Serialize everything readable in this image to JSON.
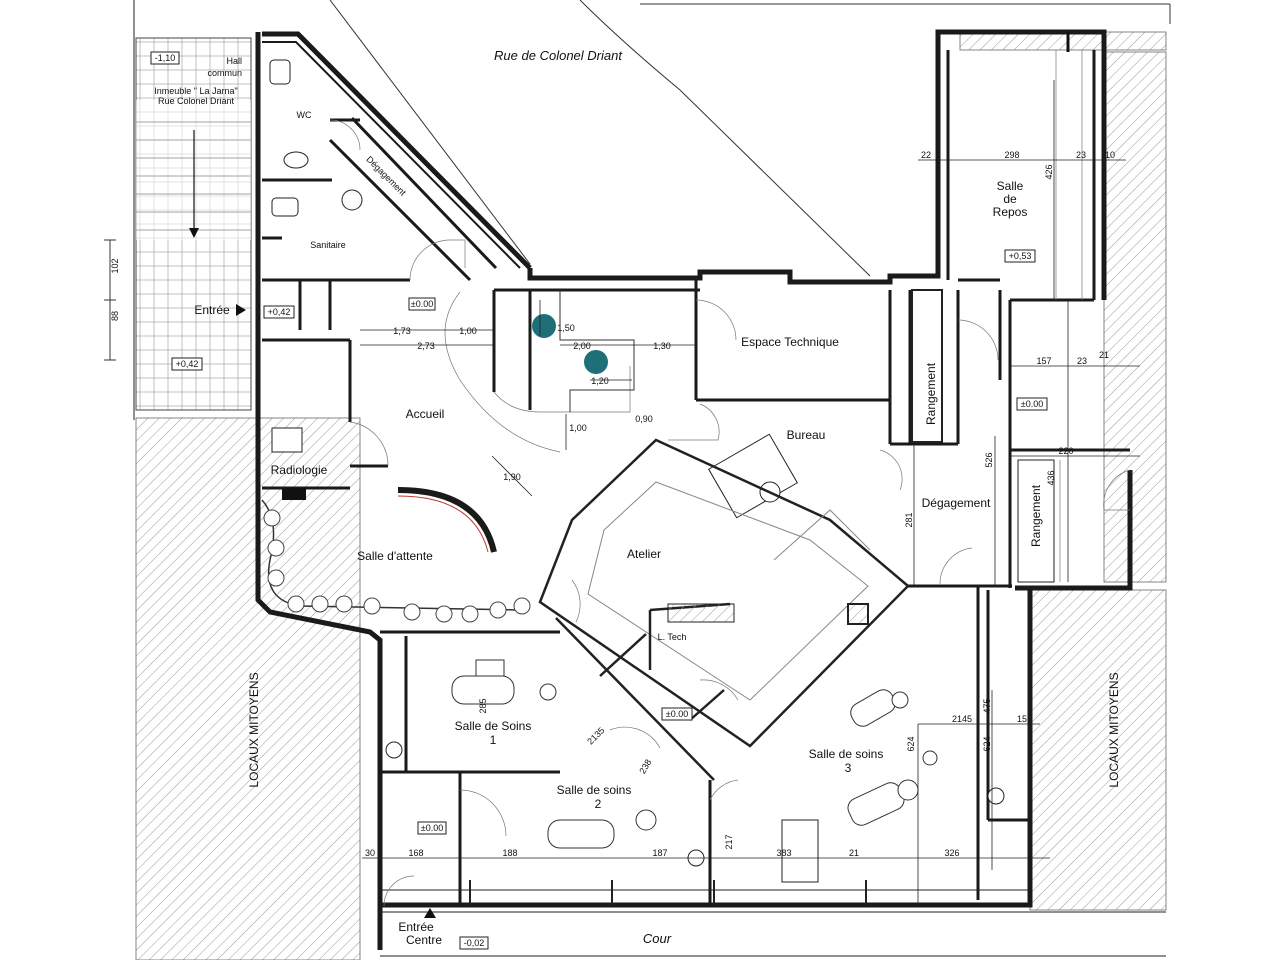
{
  "streets": {
    "north": "Rue de Colonel Driant",
    "south": "Cour"
  },
  "side_labels": {
    "left": "LOCAUX MITOYENS",
    "right": "LOCAUX MITOYENS"
  },
  "hall": {
    "level": "-1,10",
    "line1": "Hall",
    "line2": "commun",
    "line3": "Inmeuble \" La Jarna\"",
    "line4": "Rue Colonel Driant"
  },
  "entrances": {
    "main": "Entrée",
    "main_level": "+0,42",
    "outside_level": "+0,42",
    "centre_line1": "Entrée",
    "centre_line2": "Centre",
    "centre_level": "-0,02"
  },
  "rooms": {
    "wc": "WC",
    "degagement_top": "Dégagement",
    "sanitaire": "Sanitaire",
    "sanitaire_level": "±0.00",
    "accueil": "Accueil",
    "radiologie": "Radiologie",
    "salle_attente": "Salle d'attente",
    "espace_technique": "Espace Technique",
    "bureau": "Bureau",
    "atelier": "Atelier",
    "l_tech": "L. Tech",
    "atelier_level": "±0.00",
    "salle_repos_1": "Salle",
    "salle_repos_2": "de",
    "salle_repos_3": "Repos",
    "repos_level": "+0,53",
    "rangement_a": "Rangement",
    "rangement_b": "Rangement",
    "rangement_level": "±0.00",
    "degagement_right": "Dégagement",
    "soins1_a": "Salle de Soins",
    "soins1_b": "1",
    "soins2_a": "Salle de soins",
    "soins2_b": "2",
    "soins2_level": "±0.00",
    "soins3_a": "Salle de soins",
    "soins3_b": "3"
  },
  "dimensions": {
    "d173": "1,73",
    "d100": "1,00",
    "d273": "2,73",
    "d150": "1,50",
    "d200": "2,00",
    "d130": "1,30",
    "d120": "1,20",
    "d090": "0,90",
    "d100b": "1,00",
    "d190": "1,90",
    "r22": "22",
    "r298": "298",
    "r23": "23",
    "r10": "10",
    "r157": "157",
    "r23b": "23",
    "r21": "21",
    "r220": "220",
    "r2145": "2145",
    "r15": "15",
    "b168": "168",
    "b188": "188",
    "b187": "187",
    "b383": "383",
    "b21": "21",
    "b326": "326",
    "b30": "30",
    "l102": "102",
    "l88": "88",
    "v281": "281",
    "v475": "475",
    "v624": "624",
    "v624b": "624",
    "v217": "217",
    "v285": "285",
    "v238": "238",
    "v2135": "2135",
    "v426": "426",
    "v436": "436",
    "v526": "526"
  }
}
